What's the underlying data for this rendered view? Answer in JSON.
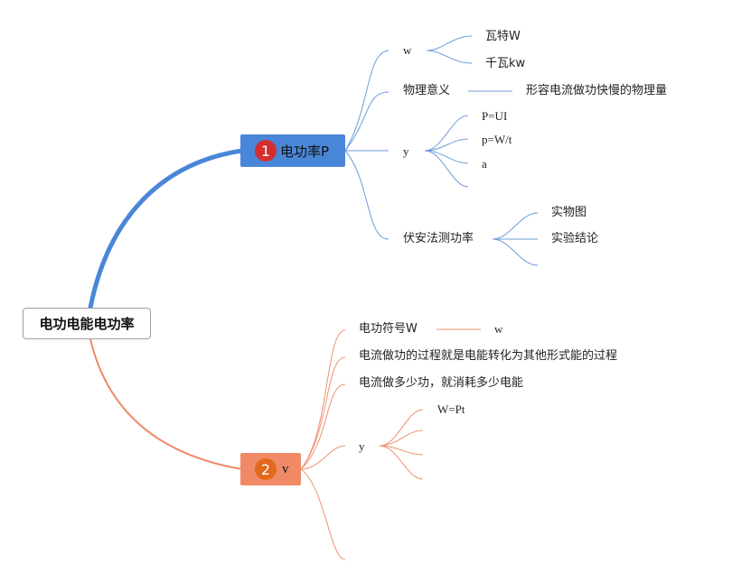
{
  "root": {
    "label": "电功电能电功率"
  },
  "branch1": {
    "number": "1",
    "label": "电功率P",
    "w": {
      "label": "w",
      "children": [
        "瓦特W",
        "千瓦kw"
      ]
    },
    "meaning": {
      "label": "物理意义",
      "value": "形容电流做功快慢的物理量"
    },
    "y": {
      "label": "y",
      "children": [
        "P=UI",
        "p=W/t",
        "a"
      ]
    },
    "method": {
      "label": "伏安法测功率",
      "children": [
        "实物图",
        "实验结论"
      ]
    }
  },
  "branch2": {
    "number": "2",
    "label": "v",
    "symbol": {
      "label": "电功符号W",
      "value": "w"
    },
    "process": "电流做功的过程就是电能转化为其他形式能的过程",
    "consume": "电流做多少功，就消耗多少电能",
    "y": {
      "label": "y",
      "children": [
        "W=Pt"
      ]
    }
  },
  "colors": {
    "branch1": "#4a86d8",
    "branch2": "#f08a66",
    "line1": "#6f9ed8",
    "line2": "#ee9172"
  }
}
